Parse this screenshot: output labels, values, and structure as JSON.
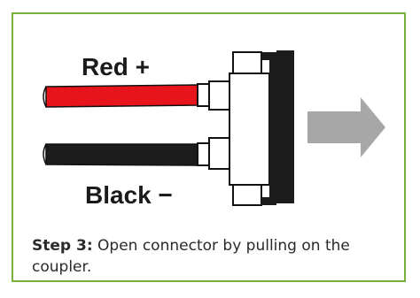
{
  "diagram": {
    "labels": {
      "red_wire": "Red +",
      "black_wire": "Black −"
    },
    "colors": {
      "frame_border": "#79b23a",
      "red_wire": "#e8141b",
      "black_wire": "#1c1c1c",
      "arrow": "#a7a7a7"
    },
    "icons": {
      "pull_direction": "arrow-right-icon"
    }
  },
  "caption": {
    "step_label": "Step 3:",
    "text": " Open connector by pulling on the coupler."
  }
}
